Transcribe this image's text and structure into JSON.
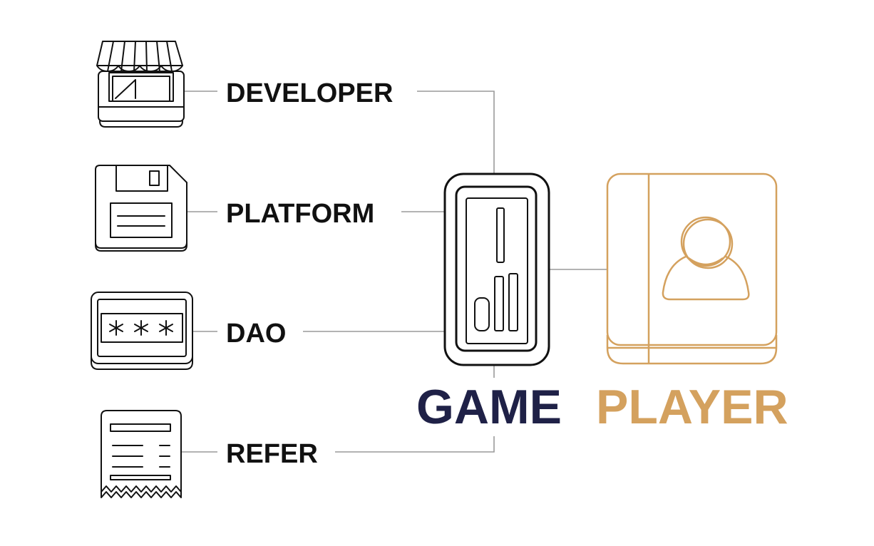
{
  "nodes": {
    "developer": {
      "label": "DEVELOPER",
      "icon": "storefront-icon"
    },
    "platform": {
      "label": "PLATFORM",
      "icon": "floppy-disk-icon"
    },
    "dao": {
      "label": "DAO",
      "icon": "password-field-icon"
    },
    "refer": {
      "label": "REFER",
      "icon": "receipt-icon"
    }
  },
  "game": {
    "label": "GAME",
    "icon": "game-device-icon",
    "color": "#1f2147"
  },
  "player": {
    "label": "PLAYER",
    "icon": "player-profile-book-icon",
    "color": "#d4a15e"
  },
  "colors": {
    "ink": "#111111",
    "connector": "#9a9a9a"
  }
}
